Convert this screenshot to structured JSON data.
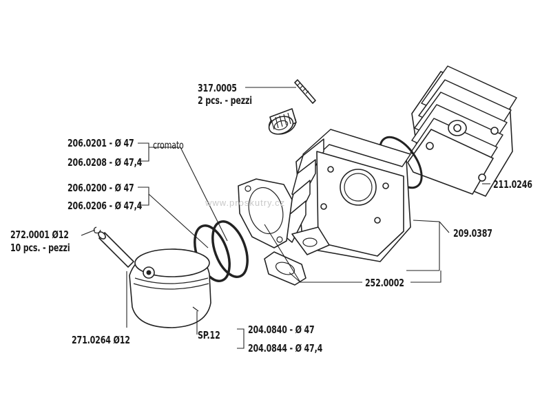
{
  "labels": {
    "pin_screw_code": "317.0005",
    "pin_screw_qty": "2 pcs. - pezzi",
    "cyl_ring_a": "206.0201 - Ø 47",
    "cyl_ring_b": "206.0208 - Ø 47,4",
    "cromato": "cromato",
    "ring_a": "206.0200 - Ø 47",
    "ring_b": "206.0206 - Ø 47,4",
    "clip_code": "272.0001 Ø12",
    "clip_qty": "10 pcs. - pezzi",
    "head_code": "211.0246",
    "kit_code": "209.0387",
    "gasket_code": "252.0002",
    "pin_code": "271.0264 Ø12",
    "piston_group": "SP.12",
    "piston_a": "204.0840 - Ø 47",
    "piston_b": "204.0844 - Ø 47,4"
  },
  "watermark": "www.proskutry.cz"
}
